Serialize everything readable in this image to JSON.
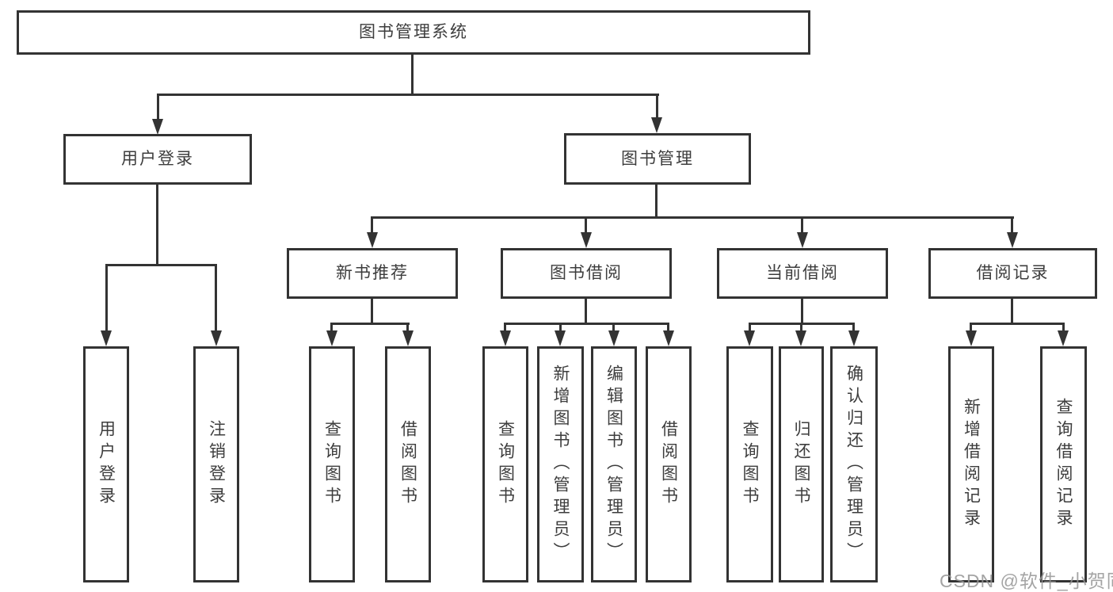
{
  "root": {
    "label": "图书管理系统"
  },
  "level2": {
    "user_login": "用户登录",
    "book_management": "图书管理"
  },
  "level3": {
    "new_books": "新书推荐",
    "book_borrow": "图书借阅",
    "current_borrow": "当前借阅",
    "borrow_records": "借阅记录"
  },
  "leaves": {
    "user_login": [
      "用户登录",
      "注销登录"
    ],
    "new_books": [
      "查询图书",
      "借阅图书"
    ],
    "book_borrow": [
      "查询图书",
      "新增图书（管理员）",
      "编辑图书（管理员）",
      "借阅图书"
    ],
    "current_borrow": [
      "查询图书",
      "归还图书",
      "确认归还（管理员）"
    ],
    "borrow_records": [
      "新增借阅记录",
      "查询借阅记录"
    ]
  },
  "watermark": "CSDN @软件_小贺同学",
  "colors": {
    "line": "#333333",
    "text": "#3d3d3d",
    "watermark": "#949494",
    "background": "#ffffff"
  }
}
